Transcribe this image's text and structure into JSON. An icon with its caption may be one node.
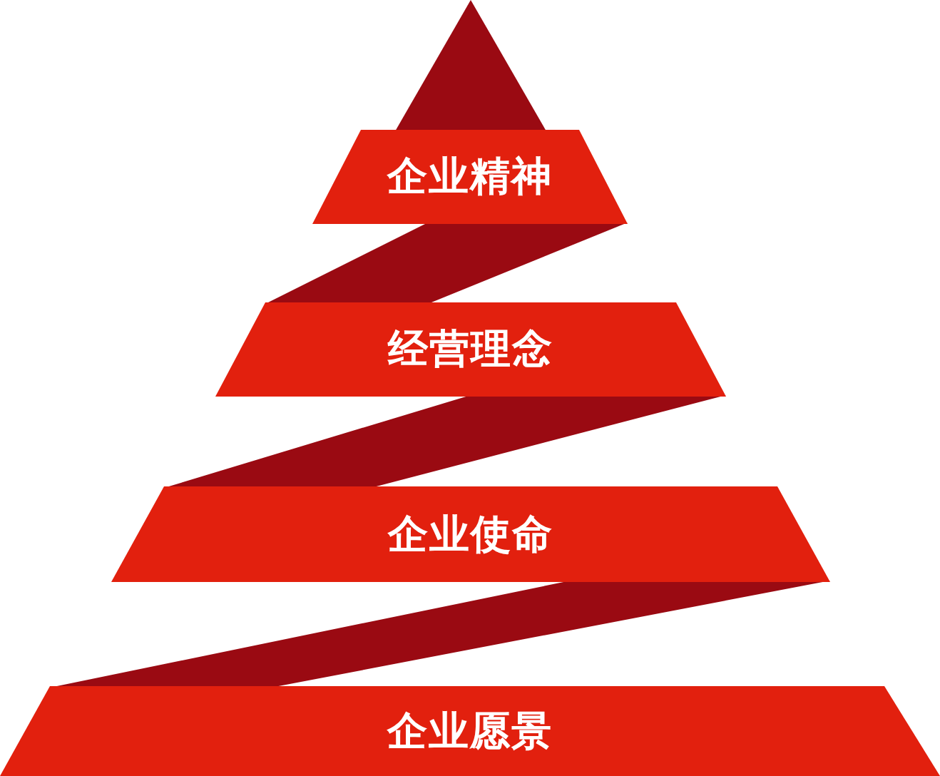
{
  "diagram": {
    "nodes": [
      {
        "text": [
          "企业精神"
        ]
      },
      {
        "text": [
          "经营理念"
        ]
      },
      {
        "text": [
          "企业使命"
        ]
      },
      {
        "text": [
          "企业愿景"
        ]
      }
    ]
  }
}
